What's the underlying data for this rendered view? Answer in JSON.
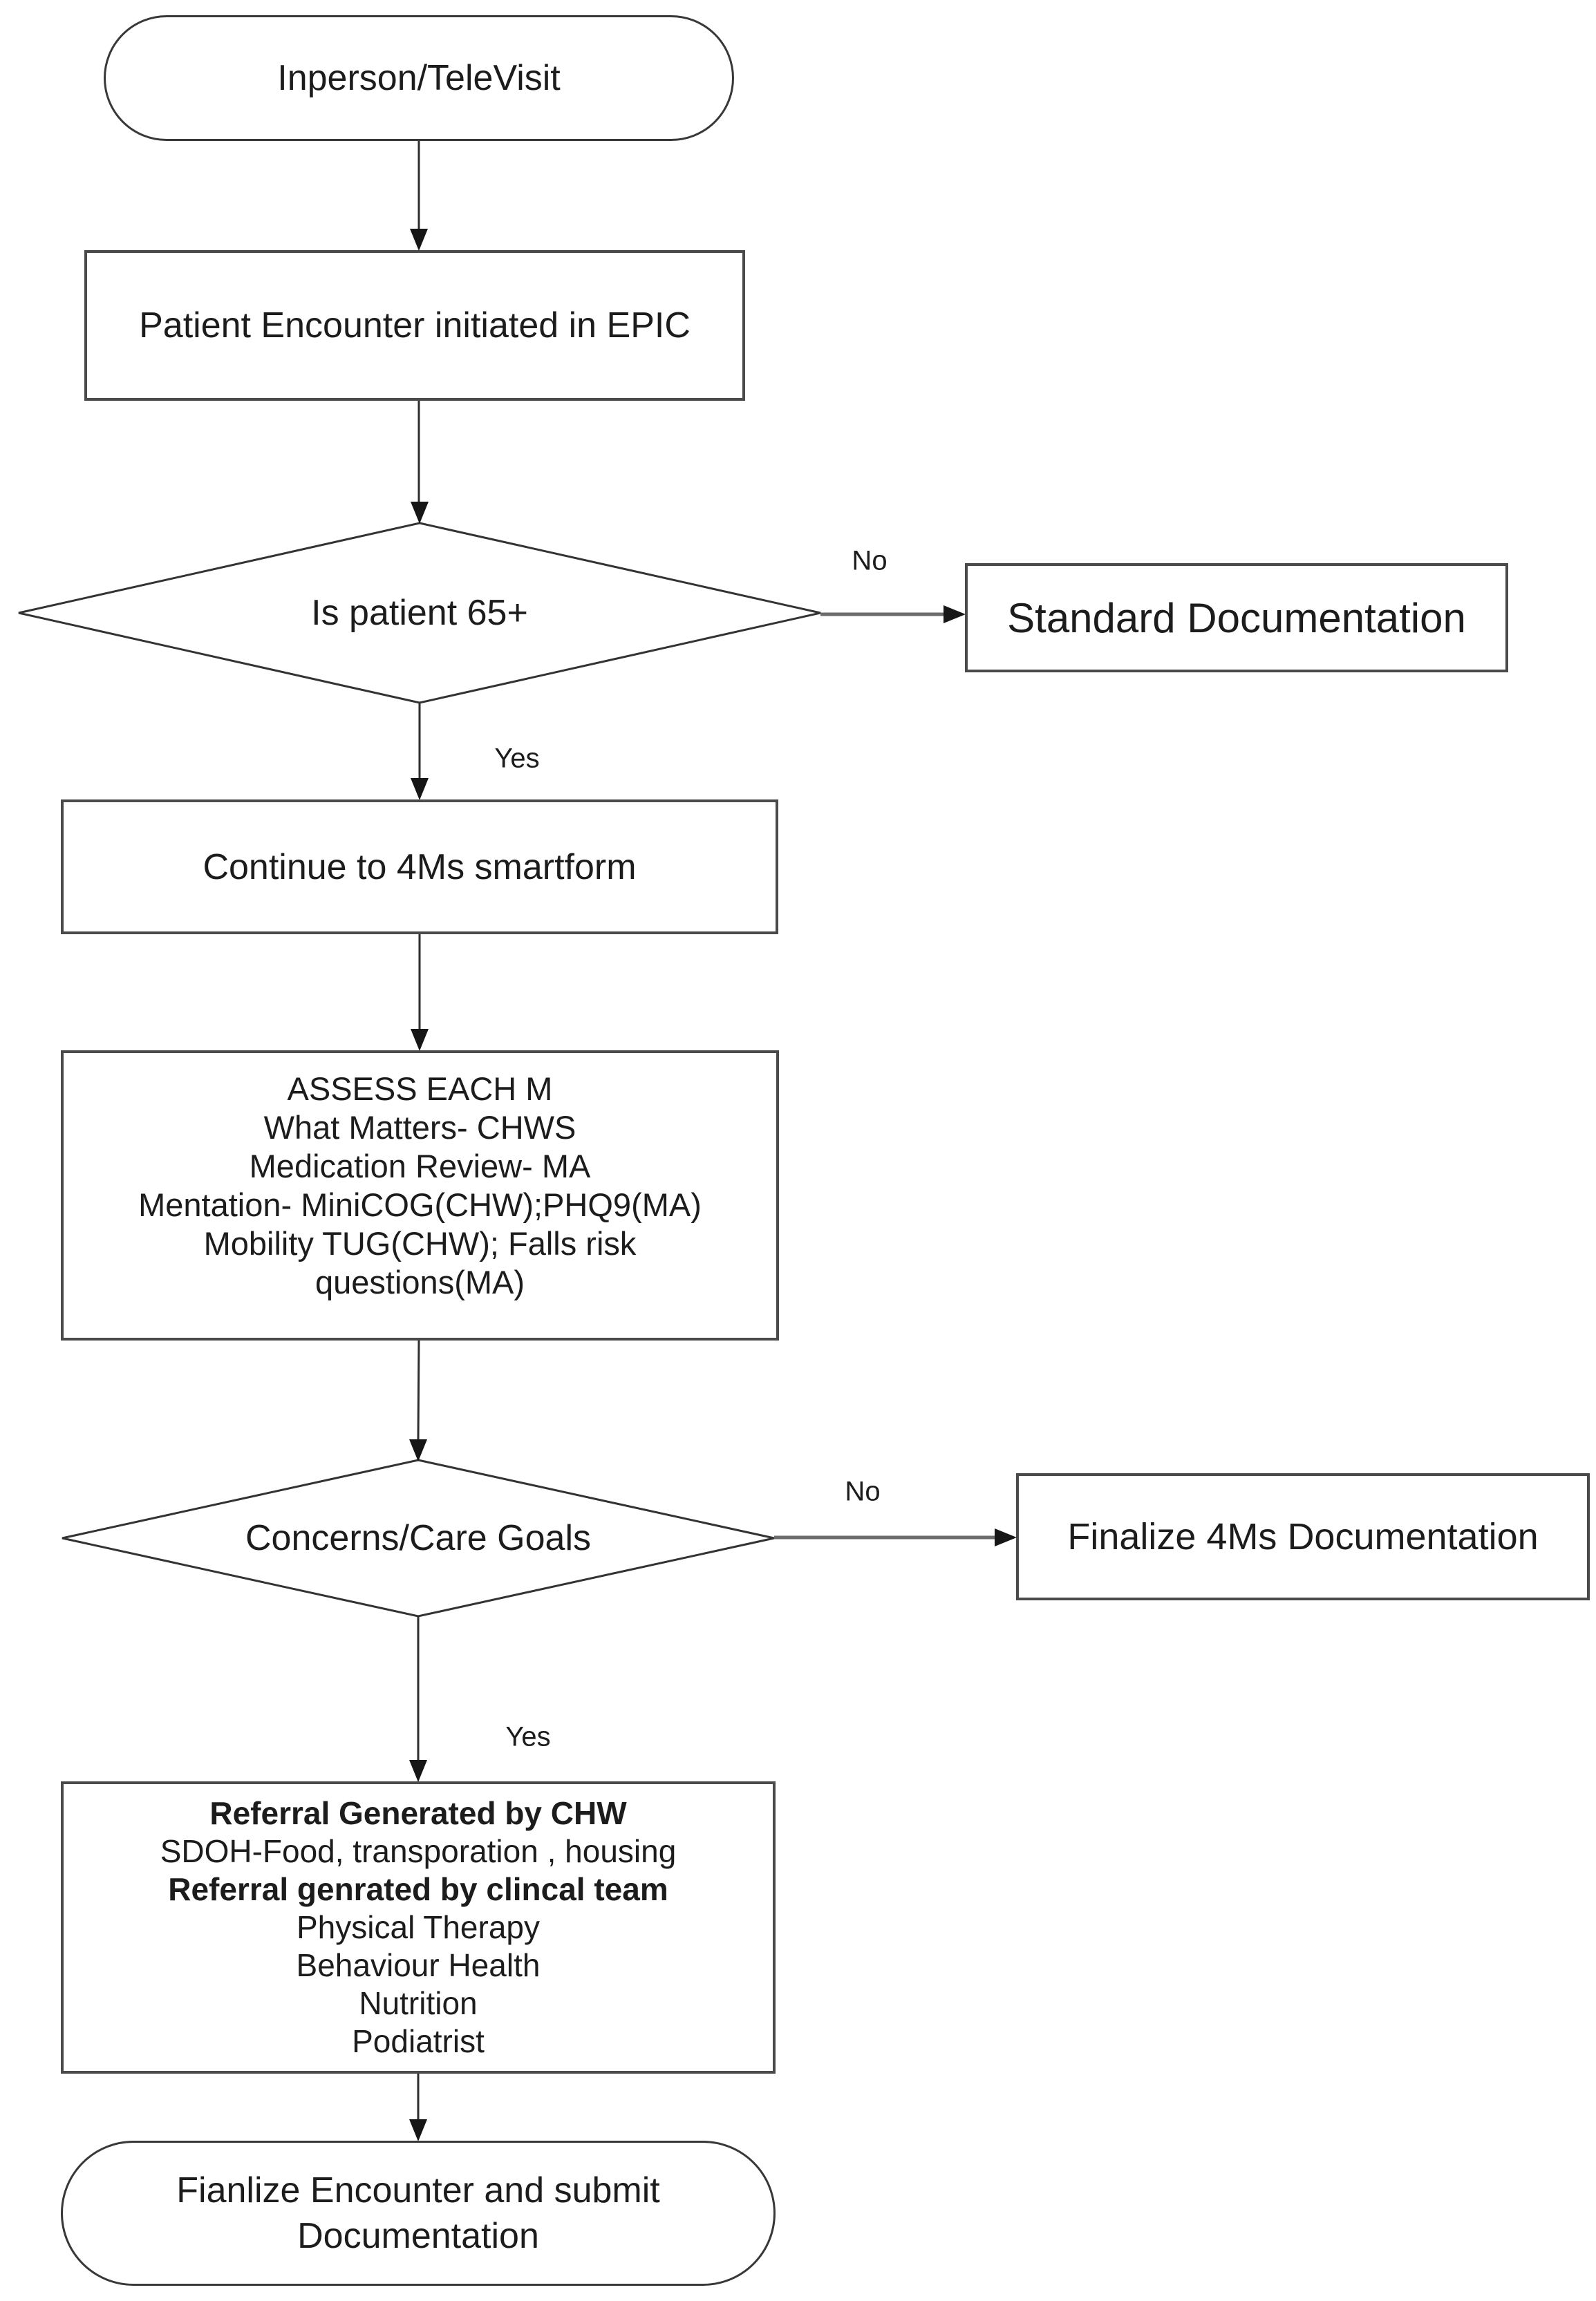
{
  "diagram": {
    "title": "4Ms patient encounter workflow",
    "colors": {
      "background": "#ffffff",
      "shape_border": "#4a4a4a",
      "connector": "#2e2e2e",
      "text": "#1c1c1c"
    },
    "nodes": {
      "start": {
        "type": "terminator",
        "label": "Inperson/TeleVisit"
      },
      "encounter": {
        "type": "process",
        "label": "Patient Encounter initiated in EPIC"
      },
      "age_check": {
        "type": "decision",
        "label": "Is patient 65+"
      },
      "standard_doc": {
        "type": "process",
        "label": "Standard Documentation"
      },
      "smartform": {
        "type": "process",
        "label": "Continue to 4Ms smartform"
      },
      "assess": {
        "type": "process",
        "lines": [
          "ASSESS EACH M",
          "What Matters- CHWS",
          "Medication Review- MA",
          "Mentation- MiniCOG(CHW);PHQ9(MA)",
          "Mobility TUG(CHW); Falls risk",
          "questions(MA)"
        ]
      },
      "concerns": {
        "type": "decision",
        "label": "Concerns/Care Goals"
      },
      "finalize_4ms": {
        "type": "process",
        "label": "Finalize 4Ms Documentation"
      },
      "referral": {
        "type": "process",
        "lines": [
          "Referral Generated by CHW",
          "SDOH-Food, transporation , housing",
          "Referral genrated by clincal team",
          "Physical Therapy",
          "Behaviour Health",
          "Nutrition",
          "Podiatrist"
        ]
      },
      "end": {
        "type": "terminator",
        "lines": [
          "Fianlize Encounter and submit",
          "Documentation"
        ]
      }
    },
    "edge_labels": {
      "age_no": "No",
      "age_yes": "Yes",
      "concerns_no": "No",
      "concerns_yes": "Yes"
    }
  }
}
